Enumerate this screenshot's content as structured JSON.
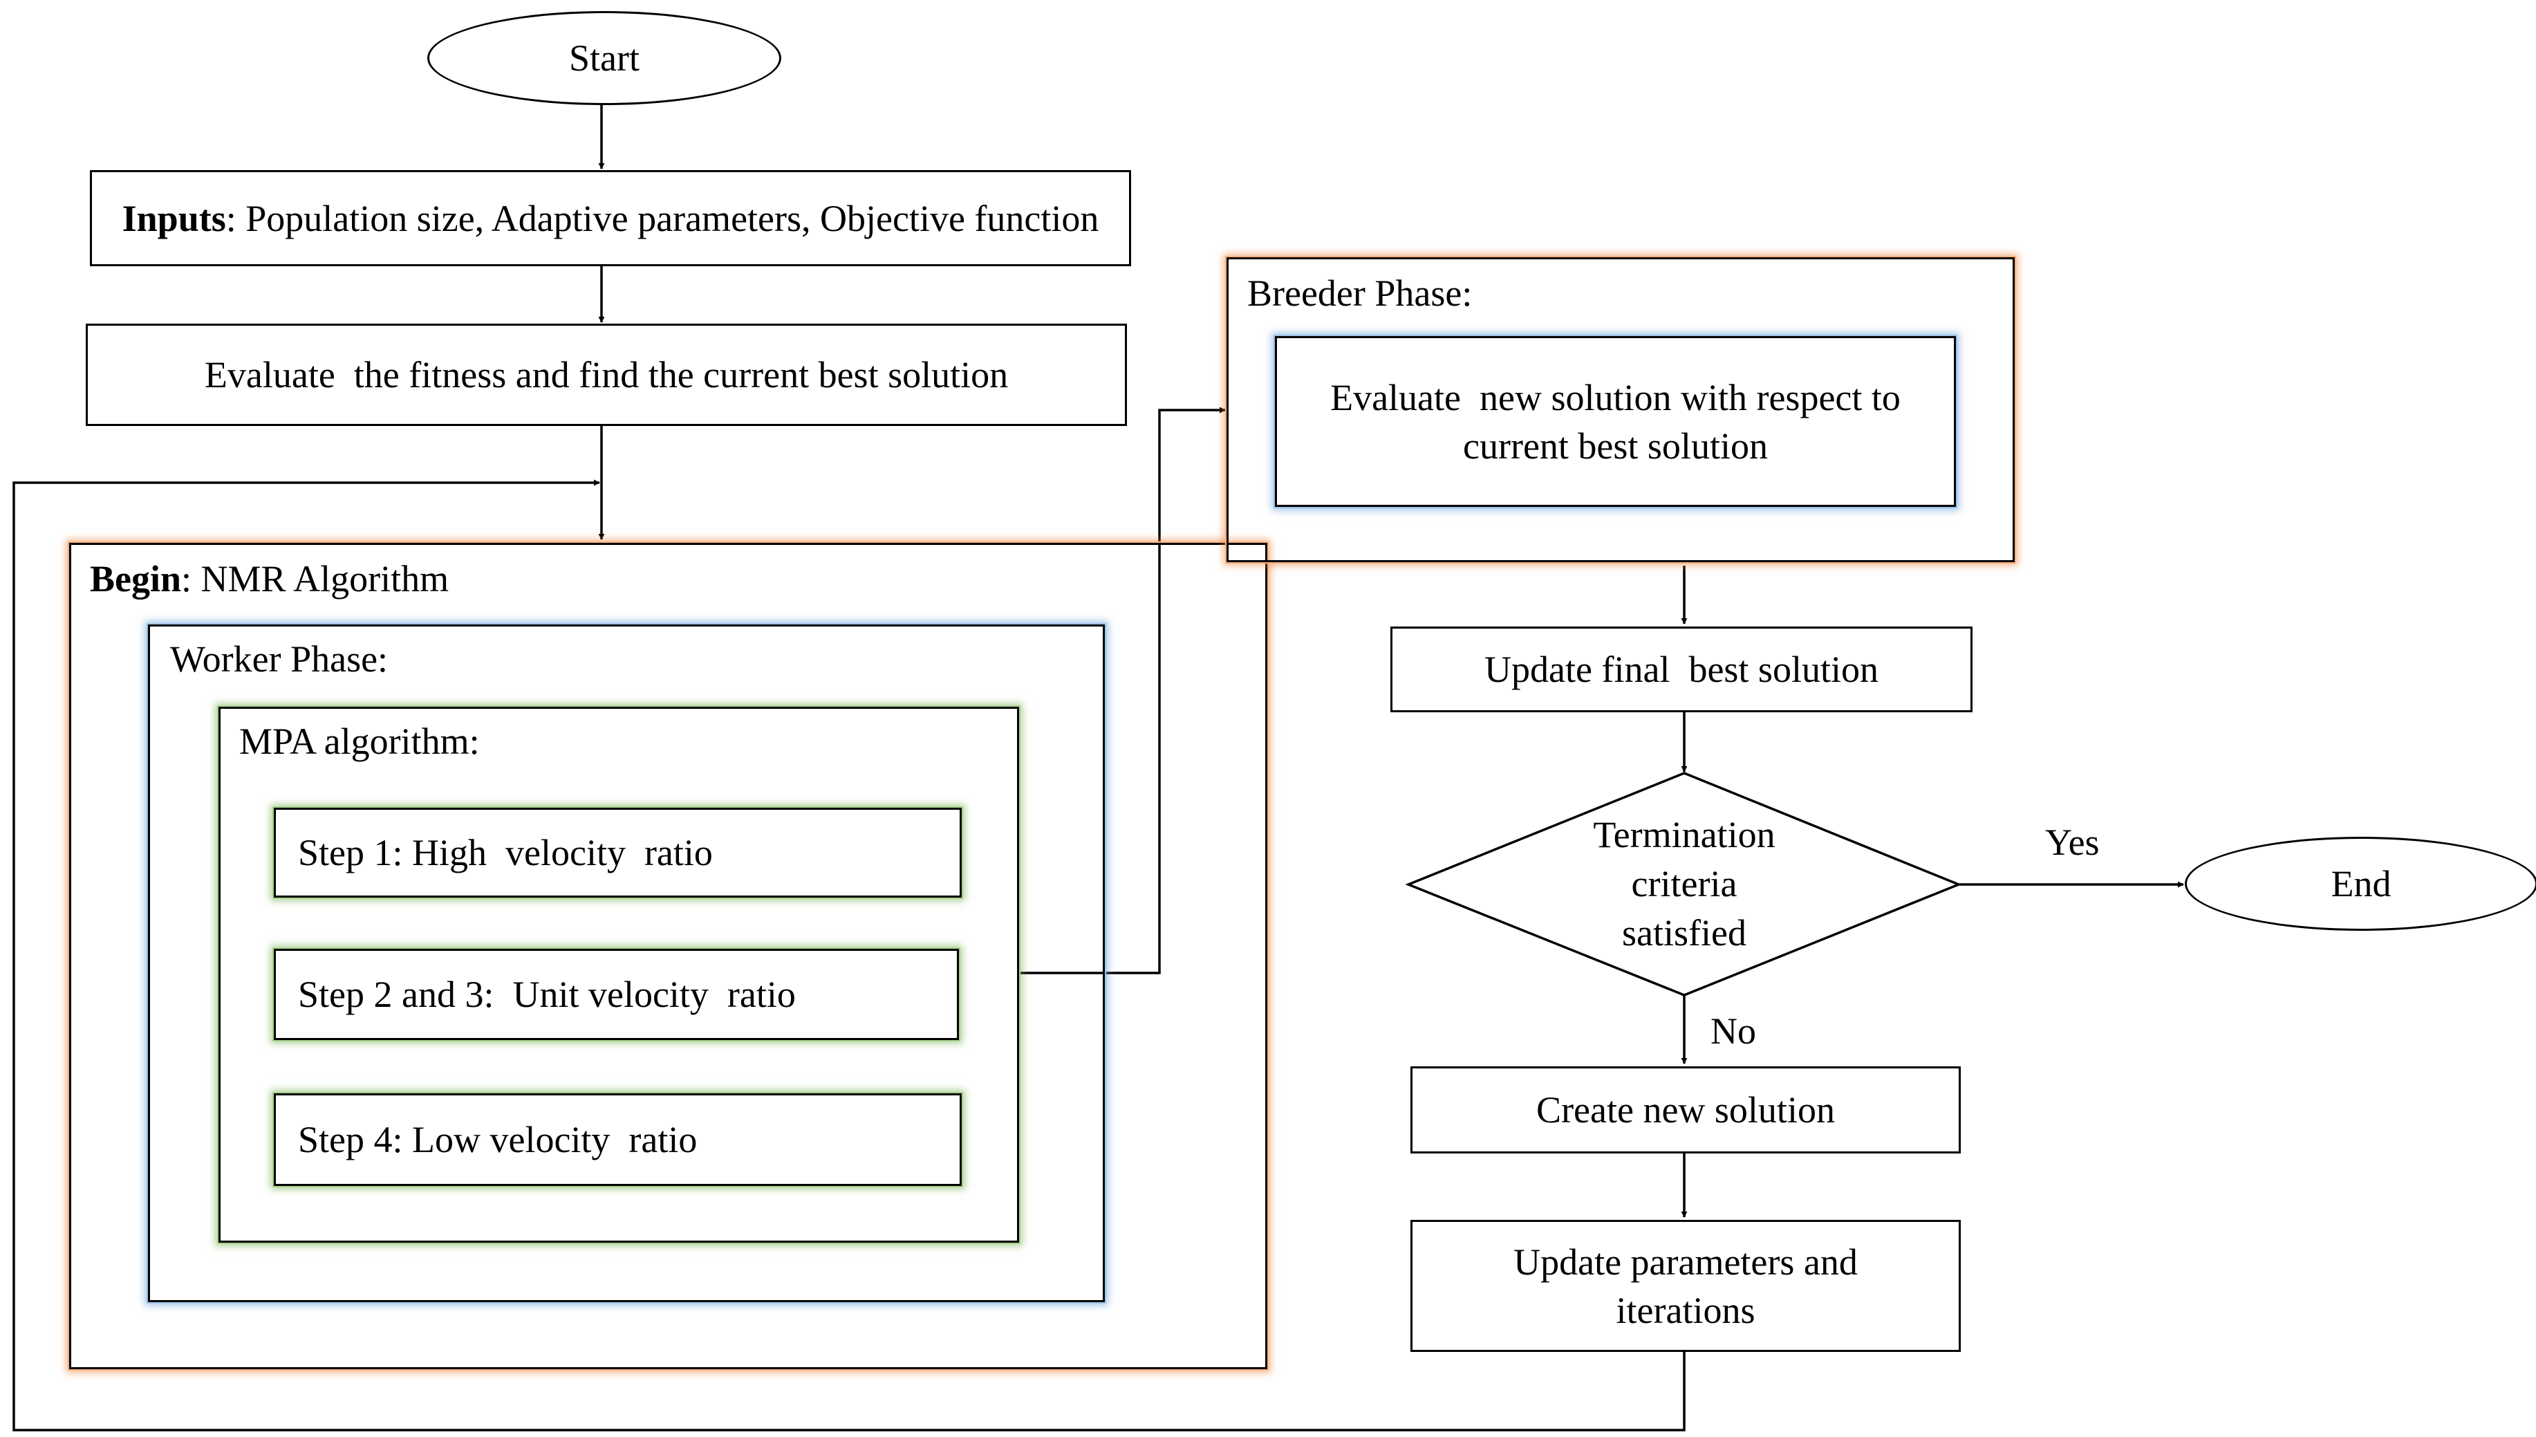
{
  "nodes": {
    "start": "Start",
    "end": "End",
    "inputs_bold": "Inputs",
    "inputs_text": ": Population size, Adaptive parameters, Objective function",
    "evaluate_fitness": "Evaluate  the fitness and find the current best solution",
    "begin_bold": "Begin",
    "begin_text": ": NMR Algorithm",
    "worker_phase": "Worker Phase:",
    "mpa_algorithm": "MPA algorithm:",
    "step1": "Step 1: High  velocity  ratio",
    "step23": "Step 2 and 3:  Unit velocity  ratio",
    "step4": "Step 4: Low velocity  ratio",
    "breeder_phase": "Breeder Phase:",
    "evaluate_new": "Evaluate  new solution with respect to current best solution",
    "update_final": "Update final  best solution",
    "termination_line1": "Termination",
    "termination_line2": "criteria",
    "termination_line3": "satisfied",
    "create_new": "Create new solution",
    "update_params": "Update parameters and iterations"
  },
  "edge_labels": {
    "yes": "Yes",
    "no": "No"
  }
}
